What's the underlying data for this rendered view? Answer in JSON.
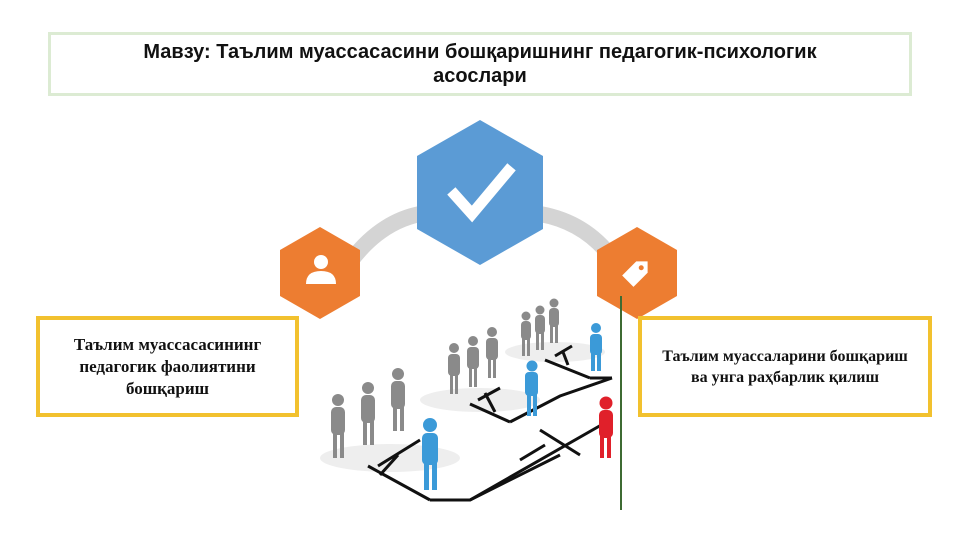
{
  "title": "Мавзу: Таълим муассасасини бошқаришнинг педагогик-психологик асослари",
  "left_card": {
    "text": "Таълим муассасасининг педагогик фаолиятини бошқариш"
  },
  "right_card": {
    "text": "Таълим муассаларини бошқариш ва унга раҳбарлик қилиш"
  },
  "icons": {
    "center": "check-icon",
    "left": "person-icon",
    "right": "tag-icon"
  },
  "colors": {
    "center_hexagon": "#5b9bd5",
    "side_hexagons": "#ed7d31",
    "card_border": "#f2c12e",
    "title_border": "#dcebd3",
    "highlight_figure": "#e0202a",
    "team_figures": "#3b9ad8",
    "crowd_figures": "#8a8a8a"
  }
}
